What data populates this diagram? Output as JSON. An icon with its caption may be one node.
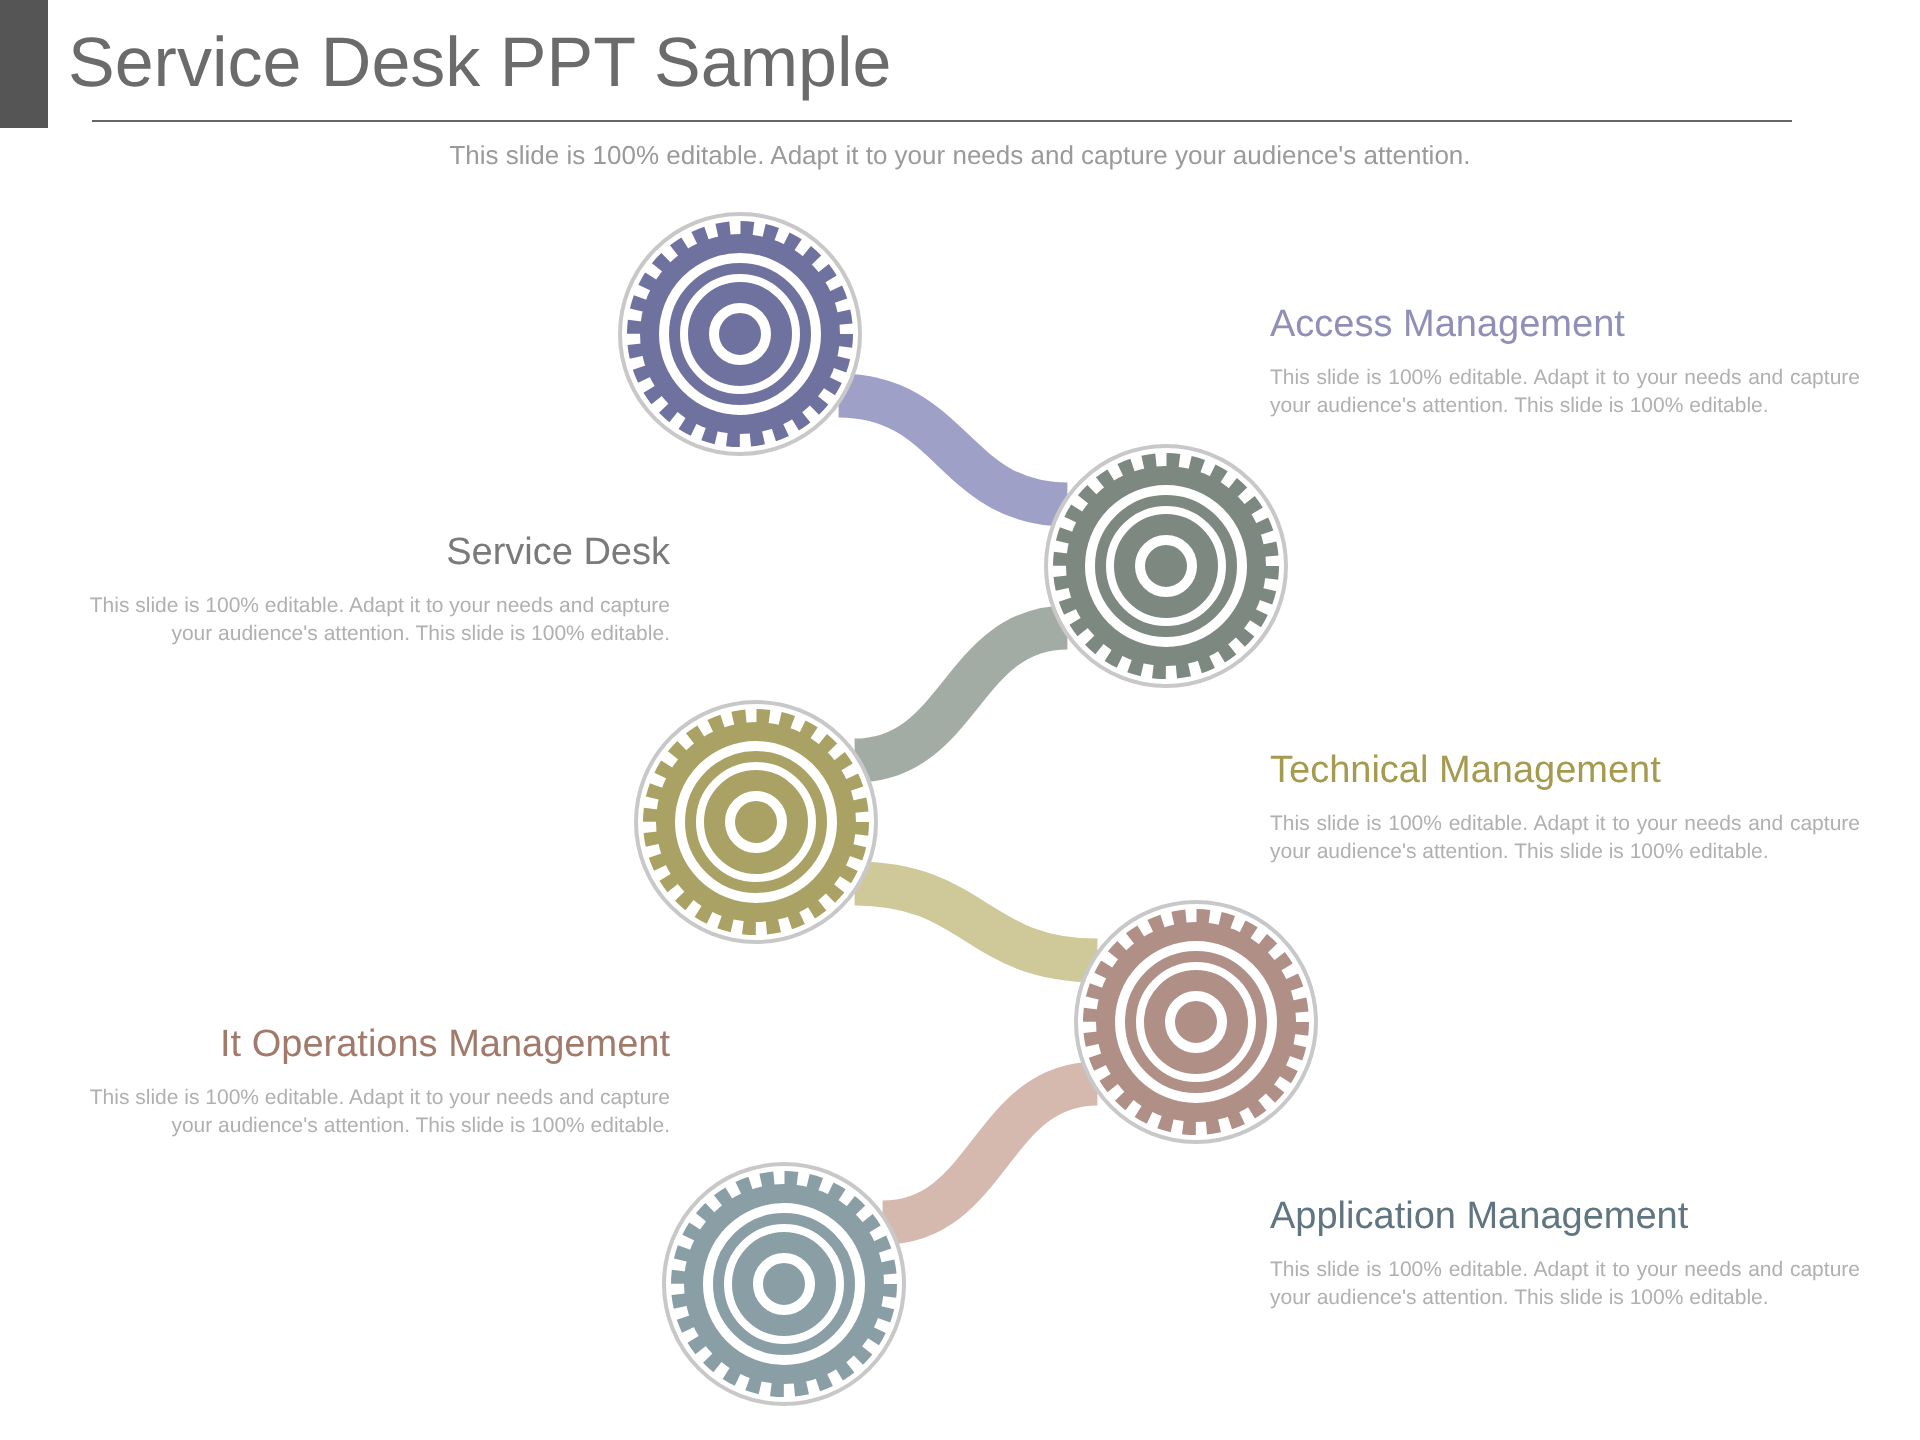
{
  "diagram": {
    "title": "Service Desk PPT Sample",
    "nodes": [
      {
        "text": [],
        "shape": "gear",
        "beside": [
          "Access Management",
          "This slide is 100% editable. Adapt it to your needs and capture your audience's attention. This slide is 100% editable."
        ]
      },
      {
        "text": [],
        "shape": "gear",
        "beside": [
          "Service Desk",
          "This slide is 100% editable. Adapt it to your needs and capture your audience's attention. This slide is 100% editable."
        ]
      },
      {
        "text": [],
        "shape": "gear",
        "beside": [
          "Technical Management",
          "This slide is 100% editable. Adapt it to your needs and capture your audience's attention. This slide is 100% editable."
        ]
      },
      {
        "text": [],
        "shape": "gear",
        "beside": [
          "It Operations Management",
          "This slide is 100% editable. Adapt it to your needs and capture your audience's attention. This slide is 100% editable."
        ]
      },
      {
        "text": [],
        "shape": "gear",
        "beside": [
          "Application Management",
          "This slide is 100% editable. Adapt it to your needs and capture your audience's attention. This slide is 100% editable."
        ]
      }
    ],
    "edges": [
      {
        "from": 0,
        "to": 1,
        "arrow": "none",
        "color": "#9fa0c8"
      },
      {
        "from": 1,
        "to": 2,
        "arrow": "none",
        "color": "#a3aca4"
      },
      {
        "from": 2,
        "to": 3,
        "arrow": "none",
        "color": "#cfc99a"
      },
      {
        "from": 3,
        "to": 4,
        "arrow": "none",
        "color": "#d5b8ae"
      }
    ],
    "labels": [
      "This slide is 100% editable. Adapt it to your needs and capture your audience's attention."
    ]
  }
}
